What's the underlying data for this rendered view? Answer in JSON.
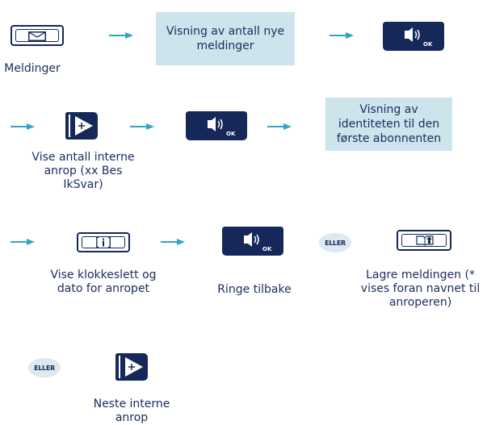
{
  "row1": {
    "messages_label": "Meldinger",
    "info_box": "Visning av antall nye meldinger"
  },
  "row2": {
    "internal_calls_label": "Vise antall interne anrop (xx Bes IkSvar)",
    "info_box": "Visning av identiteten til den første abonnenten"
  },
  "row3": {
    "time_label": "Vise klokkeslett og dato for anropet",
    "callback_label": "Ringe tilbake",
    "or_label": "ELLER",
    "save_label": "Lagre meldingen (* vises foran navnet til anroperen)"
  },
  "row4": {
    "or_label": "ELLER",
    "next_label": "Neste interne anrop"
  },
  "icons": {
    "arrow": "arrow-right-icon",
    "envelope": "envelope-icon",
    "speaker_ok": "speaker-ok-icon",
    "plus_next": "plus-next-icon",
    "info": "info-icon",
    "book": "book-icon"
  },
  "colors": {
    "navy": "#16285a",
    "arrow": "#2fa6c4",
    "box": "#cde4ec"
  }
}
